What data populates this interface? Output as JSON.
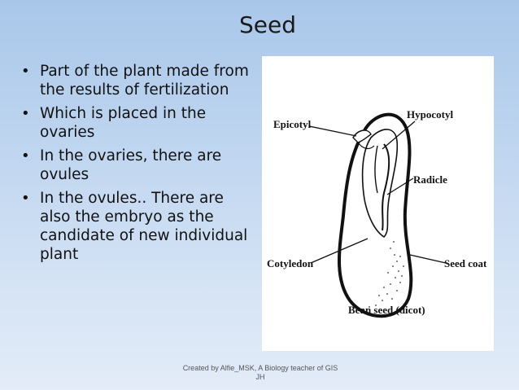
{
  "slide": {
    "title": "Seed",
    "bullets": [
      "Part of the plant made from the results of fertilization",
      "Which is placed in the ovaries",
      "In the ovaries, there are ovules",
      "In the ovules.. There are also the embryo as the candidate of new individual plant"
    ],
    "bullet_glyph": "•",
    "footer": "Created by Alfie_MSK, A Biology teacher of GIS JH"
  },
  "diagram": {
    "labels": {
      "epicotyl": "Epicotyl",
      "hypocotyl": "Hypocotyl",
      "radicle": "Radicle",
      "cotyledon": "Cotyledon",
      "seed_coat": "Seed coat",
      "caption": "Bean seed (dicot)"
    }
  }
}
